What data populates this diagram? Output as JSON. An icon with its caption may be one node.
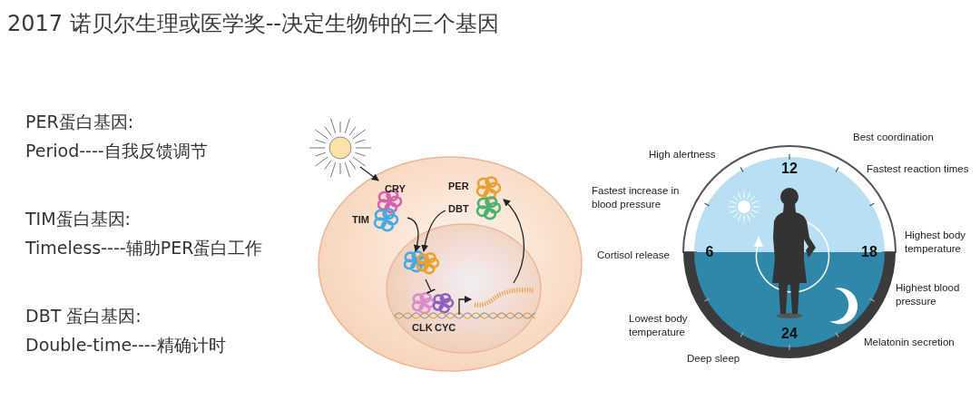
{
  "diagram": {
    "title": "2017 诺贝尔生理或医学奖--决定生物钟的三个基因",
    "nodes": [
      {
        "text": [],
        "shape": "circle"
      },
      {
        "text": [],
        "shape": "circle",
        "in": 0
      },
      {
        "text": [],
        "shape": "picture"
      },
      {
        "text": [
          "CRY",
          "TIM"
        ],
        "in": 0
      },
      {
        "text": [
          "PER",
          "DBT"
        ],
        "in": 0
      },
      {
        "text": [],
        "shape": "picture",
        "in": 1
      },
      {
        "text": [
          "CLK",
          "CYC"
        ],
        "in": 1
      },
      {
        "text": [],
        "shape": "picture",
        "in": 1
      },
      {
        "text": [
          "12",
          "6",
          "18",
          "24"
        ],
        "beside": [
          "High alertness",
          "Best coordination",
          "Fastest reaction times",
          "Fastest increase in blood pressure",
          "Highest body temperature",
          "Cortisol release",
          "Highest blood pressure",
          "Lowest body temperature",
          "Melatonin secretion",
          "Deep sleep"
        ]
      }
    ],
    "edges": [
      {
        "from": 2,
        "to": 3,
        "arrow": "to"
      },
      {
        "from": 3,
        "to": 5,
        "arrow": "to"
      },
      {
        "from": 4,
        "to": 5,
        "arrow": "to"
      },
      {
        "from": 5,
        "to": 6,
        "arrow": "other"
      },
      {
        "from": 6,
        "to": 7,
        "arrow": "to"
      },
      {
        "from": 7,
        "to": 4,
        "arrow": "to"
      }
    ],
    "labels": [
      "PER蛋白基因:",
      "Period----自我反馈调节",
      "TIM蛋白基因:",
      "Timeless----辅助PER蛋白工作",
      "DBT 蛋白基因:",
      "Double-time----精确计时"
    ]
  }
}
